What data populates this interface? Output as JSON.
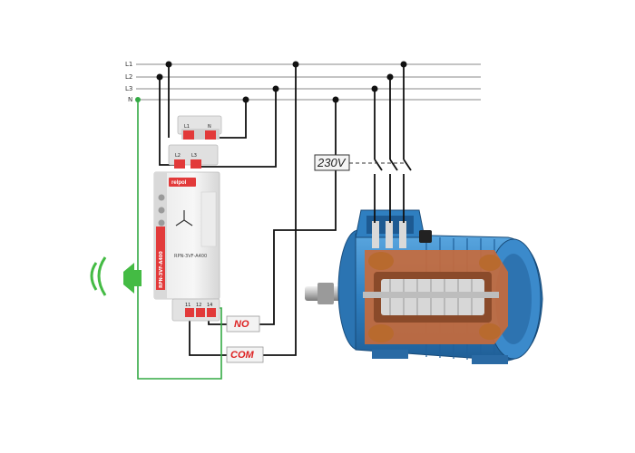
{
  "diagram": {
    "phases": [
      {
        "id": "L1",
        "label": "L1"
      },
      {
        "id": "L2",
        "label": "L2"
      },
      {
        "id": "L3",
        "label": "L3"
      },
      {
        "id": "N",
        "label": "N"
      }
    ],
    "relay": {
      "brand": "relpol",
      "model": "RPN-3VF-A400",
      "side_label": "RPN-3VF-A400",
      "top_terminals": [
        "L1",
        "N"
      ],
      "mid_terminals": [
        "L2",
        "L3"
      ],
      "bottom_terminals": [
        "11",
        "12",
        "14"
      ]
    },
    "voltage_label": "230V",
    "contacts": {
      "no": "NO",
      "com": "COM"
    },
    "colors": {
      "wire": "#111111",
      "neutral_wire": "#33aa44",
      "horn": "#44bb44",
      "contact_text": "#dd2222",
      "motor_blue": "#3a86c8",
      "relay_red": "#e23a3a"
    }
  }
}
